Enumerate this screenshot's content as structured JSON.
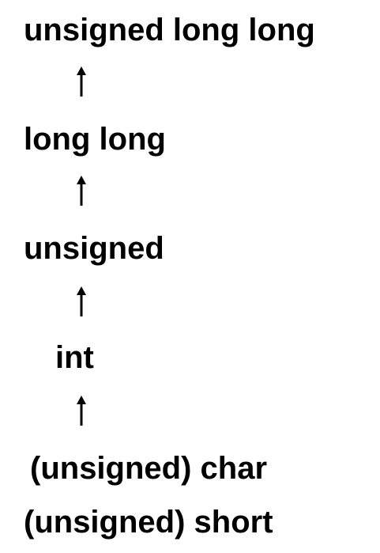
{
  "hierarchy": {
    "types": [
      "unsigned long long",
      "long long",
      "unsigned",
      "int",
      "(unsigned) char",
      "(unsigned) short"
    ],
    "arrow_icon": "up-arrow-icon",
    "text_color": "#000000",
    "background_color": "#ffffff"
  }
}
